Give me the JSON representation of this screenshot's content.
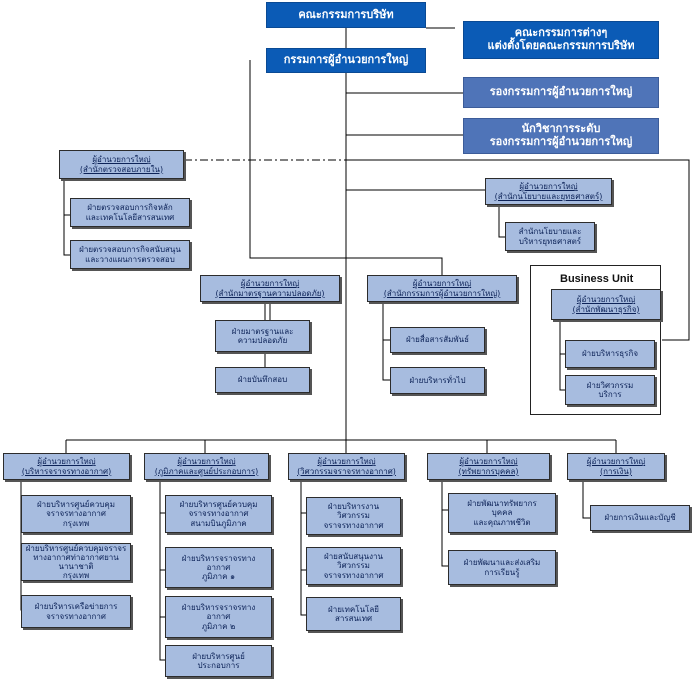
{
  "board": "คณะกรรมการบริษัท",
  "committees": "คณะกรรมการต่างๆ\nแต่งตั้งโดยคณะกรรมการบริษัท",
  "president": "กรรมการผู้อำนวยการใหญ่",
  "vice_president": "รองกรรมการผู้อำนวยการใหญ่",
  "advisor": "นักวิชาการระดับ\nรองกรรมการผู้อำนวยการใหญ่",
  "audit": {
    "head": "ผู้อำนวยการใหญ่\n(สำนักตรวจสอบภายใน)",
    "units": [
      "ฝ่ายตรวจสอบการกิจหลัก\nและเทคโนโลยีสารสนเทศ",
      "ฝ่ายตรวจสอบการกิจสนับสนุน\nและวางแผนการตรวจสอบ"
    ]
  },
  "policy": {
    "head": "ผู้อำนวยการใหญ่\n(สำนักนโยบายและยุทธศาสตร์)",
    "units": [
      "สำนักนโยบายและ\nบริหารยุทธศาสตร์"
    ]
  },
  "business_unit": {
    "title": "Business Unit",
    "head": "ผู้อำนวยการใหญ่\n(สำนักพัฒนาธุรกิจ)",
    "units": [
      "ฝ่ายบริหารธุรกิจ",
      "ฝ่ายวิศวกรรม\nบริการ"
    ]
  },
  "safety": {
    "head": "ผู้อำนวยการใหญ่\n(สำนักมาตรฐานความปลอดภัย)",
    "units": [
      "ฝ่ายมาตรฐานและ\nความปลอดภัย",
      "ฝ่ายบันทึกสอบ"
    ]
  },
  "office": {
    "head": "ผู้อำนวยการใหญ่\n(สำนักกรรมการผู้อำนวยการใหญ่)",
    "units": [
      "ฝ่ายสื่อสารสัมพันธ์",
      "ฝ่ายบริหารทั่วไป"
    ]
  },
  "divisions": [
    {
      "head": "ผู้อำนวยการใหญ่\n(บริหารจราจรทางอากาศ)",
      "units": [
        "ฝ่ายบริหารศูนย์ควบคุม\nจราจรทางอากาศ\nกรุงเทพ",
        "ฝ่ายบริหารศูนย์ควบคุมจราจร\nทางอากาศท่าอากาศยานนานาชาติ\nกรุงเทพ",
        "ฝ่ายบริหารเครือข่ายการ\nจราจรทางอากาศ"
      ]
    },
    {
      "head": "ผู้อำนวยการใหญ่\n(ภูมิภาคและศูนย์ประกอบการ)",
      "units": [
        "ฝ่ายบริหารศูนย์ควบคุม\nจราจรทางอากาศ\nสนามบินภูมิภาค",
        "ฝ่ายบริหารจราจรทาง\nอากาศ\nภูมิภาค ๑",
        "ฝ่ายบริหารจราจรทาง\nอากาศ\nภูมิภาค ๒",
        "ฝ่ายบริหารศูนย์\nประกอบการ"
      ]
    },
    {
      "head": "ผู้อำนวยการใหญ่\n(วิศวกรรมจราจรทางอากาศ)",
      "units": [
        "ฝ่ายบริหารงาน\nวิศวกรรม\nจราจรทางอากาศ",
        "ฝ่ายสนับสนุนงาน\nวิศวกรรม\nจราจรทางอากาศ",
        "ฝ่ายเทคโนโลยี\nสารสนเทศ"
      ]
    },
    {
      "head": "ผู้อำนวยการใหญ่\n(ทรัพยากรบุคคล)",
      "units": [
        "ฝ่ายพัฒนาทรัพยากร\nบุคคล\nและคุณภาพชีวิต",
        "ฝ่ายพัฒนาและส่งเสริม\nการเรียนรู้"
      ]
    },
    {
      "head": "ผู้อำนวยการใหญ่\n(การเงิน)",
      "units": [
        "ฝ่ายการเงินและบัญชี"
      ]
    }
  ]
}
